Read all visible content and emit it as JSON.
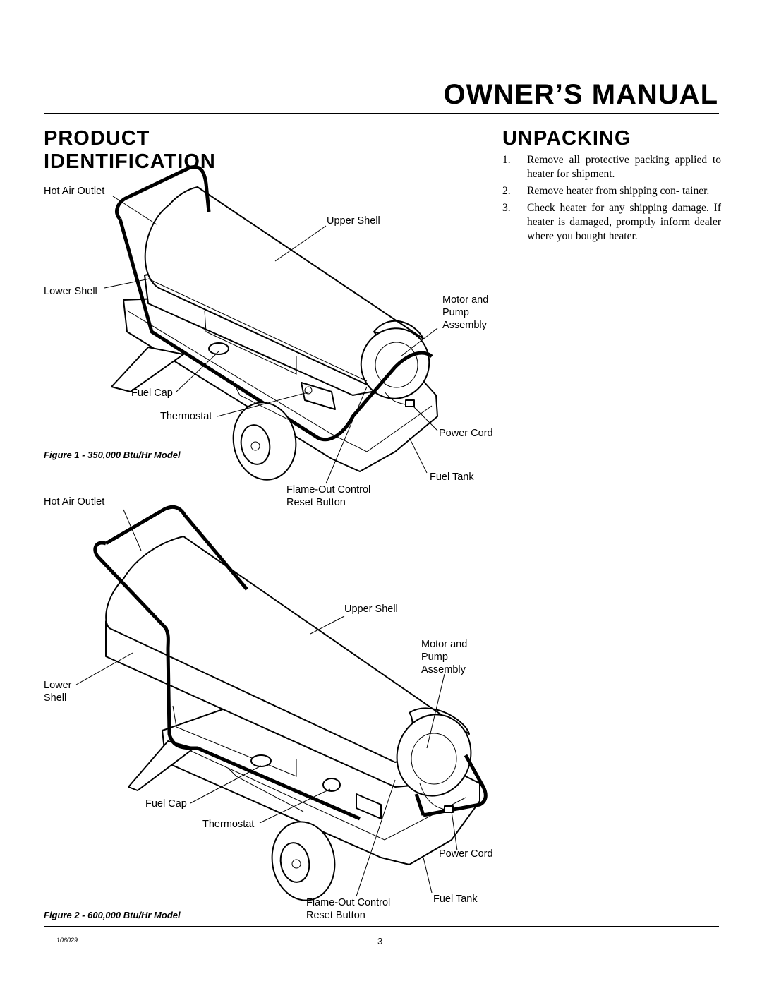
{
  "header": {
    "title": "OWNER’S MANUAL"
  },
  "left_section": {
    "title_line1": "PRODUCT",
    "title_line2": "IDENTIFICATION"
  },
  "right_section": {
    "title": "UNPACKING",
    "steps": [
      {
        "num": "1.",
        "text": "Remove all protective packing applied to heater for shipment."
      },
      {
        "num": "2.",
        "text": "Remove heater from shipping con- tainer."
      },
      {
        "num": "3.",
        "text": "Check heater for any shipping damage. If heater is damaged, promptly inform dealer where you bought heater."
      }
    ]
  },
  "figure1": {
    "caption": "Figure 1 - 350,000 Btu/Hr Model",
    "labels": {
      "hot_air_outlet": "Hot Air Outlet",
      "upper_shell": "Upper Shell",
      "lower_shell": "Lower Shell",
      "motor_pump": "Motor and\nPump\nAssembly",
      "fuel_cap": "Fuel Cap",
      "thermostat": "Thermostat",
      "power_cord": "Power Cord",
      "fuel_tank": "Fuel Tank",
      "flame_out": "Flame-Out Control\nReset Button"
    }
  },
  "figure2": {
    "caption": "Figure 2 - 600,000 Btu/Hr Model",
    "labels": {
      "hot_air_outlet": "Hot Air Outlet",
      "upper_shell": "Upper Shell",
      "lower_shell": "Lower\nShell",
      "motor_pump": "Motor and\nPump\nAssembly",
      "fuel_cap": "Fuel Cap",
      "thermostat": "Thermostat",
      "power_cord": "Power Cord",
      "fuel_tank": "Fuel Tank",
      "flame_out": "Flame-Out Control\nReset Button"
    }
  },
  "footer": {
    "doc_number": "106029",
    "page_number": "3"
  }
}
